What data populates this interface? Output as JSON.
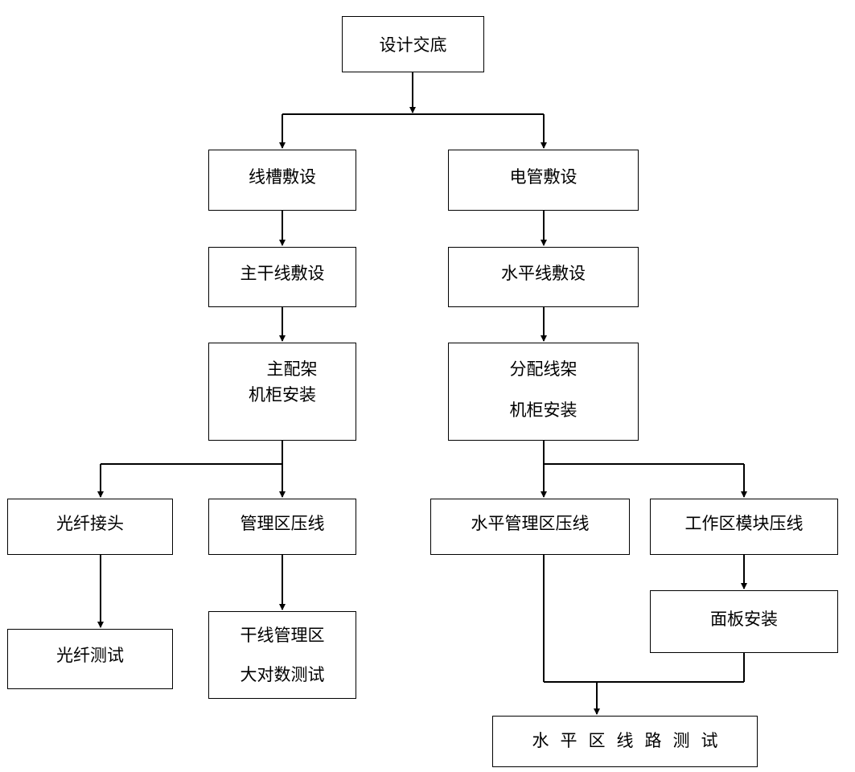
{
  "diagram": {
    "nodes": {
      "design_handover": "设计交底",
      "trunking_laying": "线槽敷设",
      "conduit_laying": "电管敷设",
      "backbone_laying": "主干线敷设",
      "horizontal_laying": "水平线敷设",
      "main_frame_line1": "主配架",
      "main_frame_line2": "机柜安装",
      "dist_frame_line1": "分配线架",
      "dist_frame_line2": "机柜安装",
      "fiber_splice": "光纤接头",
      "mgmt_termination": "管理区压线",
      "horizontal_mgmt_termination": "水平管理区压线",
      "work_area_termination": "工作区模块压线",
      "fiber_test": "光纤测试",
      "trunk_test_line1": "干线管理区",
      "trunk_test_line2": "大对数测试",
      "faceplate_install": "面板安装",
      "horizontal_line_test": "水平区线路测试"
    }
  }
}
